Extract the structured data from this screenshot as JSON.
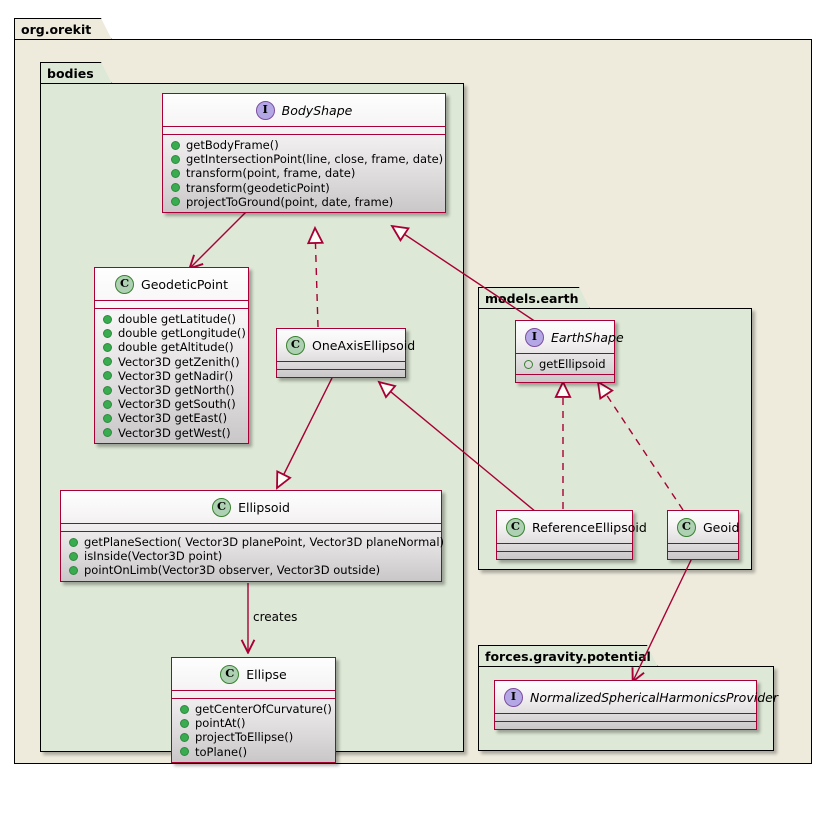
{
  "diagram": {
    "type": "uml-class-diagram",
    "colors": {
      "outer_package_bg": "#EEEBDC",
      "inner_package_bg": "#DEE8D6",
      "class_border": "#A80036",
      "relation_line": "#A80036",
      "interface_icon": "#B4A7E5",
      "class_icon": "#ADD1B2",
      "member_dot": "#38AC4F"
    }
  },
  "packages": {
    "root": {
      "label": "org.orekit"
    },
    "bodies": {
      "label": "bodies"
    },
    "models_earth": {
      "label": "models.earth"
    },
    "forces_gravity_potential": {
      "label": "forces.gravity.potential"
    }
  },
  "classes": {
    "body_shape": {
      "name": "BodyShape",
      "stereotype": "I",
      "icon": "interface-icon",
      "italic": true,
      "members": [
        {
          "visibility": "public",
          "text": "getBodyFrame()"
        },
        {
          "visibility": "public",
          "text": "getIntersectionPoint(line, close, frame, date)"
        },
        {
          "visibility": "public",
          "text": "transform(point, frame, date)"
        },
        {
          "visibility": "public",
          "text": "transform(geodeticPoint)"
        },
        {
          "visibility": "public",
          "text": "projectToGround(point, date, frame)"
        }
      ]
    },
    "geodetic_point": {
      "name": "GeodeticPoint",
      "stereotype": "C",
      "icon": "class-icon",
      "italic": false,
      "members": [
        {
          "visibility": "public",
          "text": "double getLatitude()"
        },
        {
          "visibility": "public",
          "text": "double getLongitude()"
        },
        {
          "visibility": "public",
          "text": "double getAltitude()"
        },
        {
          "visibility": "public",
          "text": "Vector3D getZenith()"
        },
        {
          "visibility": "public",
          "text": "Vector3D getNadir()"
        },
        {
          "visibility": "public",
          "text": "Vector3D getNorth()"
        },
        {
          "visibility": "public",
          "text": "Vector3D getSouth()"
        },
        {
          "visibility": "public",
          "text": "Vector3D getEast()"
        },
        {
          "visibility": "public",
          "text": "Vector3D getWest()"
        }
      ]
    },
    "one_axis_ellipsoid": {
      "name": "OneAxisEllipsoid",
      "stereotype": "C",
      "icon": "class-icon",
      "italic": false,
      "members": []
    },
    "ellipsoid": {
      "name": "Ellipsoid",
      "stereotype": "C",
      "icon": "class-icon",
      "italic": false,
      "members": [
        {
          "visibility": "public",
          "text": "getPlaneSection( Vector3D planePoint, Vector3D planeNormal)"
        },
        {
          "visibility": "public",
          "text": "isInside(Vector3D point)"
        },
        {
          "visibility": "public",
          "text": "pointOnLimb(Vector3D observer, Vector3D outside)"
        }
      ]
    },
    "ellipse": {
      "name": "Ellipse",
      "stereotype": "C",
      "icon": "class-icon",
      "italic": false,
      "members": [
        {
          "visibility": "public",
          "text": "getCenterOfCurvature()"
        },
        {
          "visibility": "public",
          "text": "pointAt()"
        },
        {
          "visibility": "public",
          "text": "projectToEllipse()"
        },
        {
          "visibility": "public",
          "text": "toPlane()"
        }
      ]
    },
    "earth_shape": {
      "name": "EarthShape",
      "stereotype": "I",
      "icon": "interface-icon",
      "italic": true,
      "members": [
        {
          "visibility": "package",
          "text": "getEllipsoid"
        }
      ]
    },
    "reference_ellipsoid": {
      "name": "ReferenceEllipsoid",
      "stereotype": "C",
      "icon": "class-icon",
      "italic": false,
      "members": []
    },
    "geoid": {
      "name": "Geoid",
      "stereotype": "C",
      "icon": "class-icon",
      "italic": false,
      "members": []
    },
    "nshp": {
      "name": "NormalizedSphericalHarmonicsProvider",
      "stereotype": "I",
      "icon": "interface-icon",
      "italic": true,
      "members": []
    }
  },
  "relations": [
    {
      "from": "BodyShape",
      "to": "GeodeticPoint",
      "kind": "association",
      "label": ""
    },
    {
      "from": "OneAxisEllipsoid",
      "to": "BodyShape",
      "kind": "realization",
      "label": ""
    },
    {
      "from": "EarthShape",
      "to": "BodyShape",
      "kind": "generalization",
      "label": ""
    },
    {
      "from": "OneAxisEllipsoid",
      "to": "Ellipsoid",
      "kind": "generalization",
      "label": ""
    },
    {
      "from": "ReferenceEllipsoid",
      "to": "OneAxisEllipsoid",
      "kind": "generalization",
      "label": ""
    },
    {
      "from": "ReferenceEllipsoid",
      "to": "EarthShape",
      "kind": "realization",
      "label": ""
    },
    {
      "from": "Geoid",
      "to": "EarthShape",
      "kind": "realization",
      "label": ""
    },
    {
      "from": "Ellipsoid",
      "to": "Ellipse",
      "kind": "association",
      "label": "creates"
    },
    {
      "from": "Geoid",
      "to": "NormalizedSphericalHarmonicsProvider",
      "kind": "association",
      "label": ""
    }
  ],
  "labels": {
    "creates": "creates"
  }
}
